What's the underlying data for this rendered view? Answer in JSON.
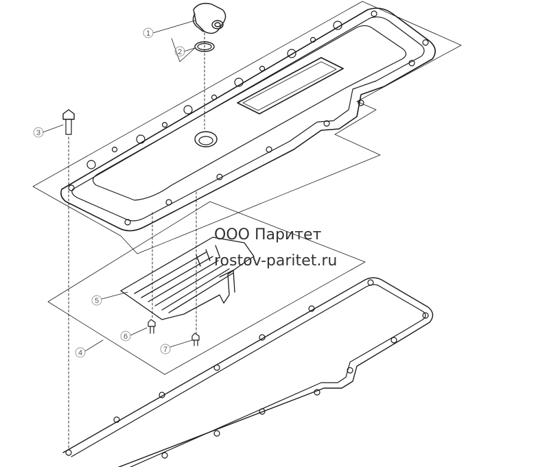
{
  "watermark": {
    "company": "ООО Паритет",
    "site": "rostov-paritet.ru"
  },
  "callouts": [
    {
      "id": "1",
      "label": "1"
    },
    {
      "id": "2",
      "label": "2"
    },
    {
      "id": "3",
      "label": "3"
    },
    {
      "id": "4",
      "label": "4"
    },
    {
      "id": "5",
      "label": "5"
    },
    {
      "id": "6",
      "label": "6"
    },
    {
      "id": "7",
      "label": "7"
    }
  ]
}
